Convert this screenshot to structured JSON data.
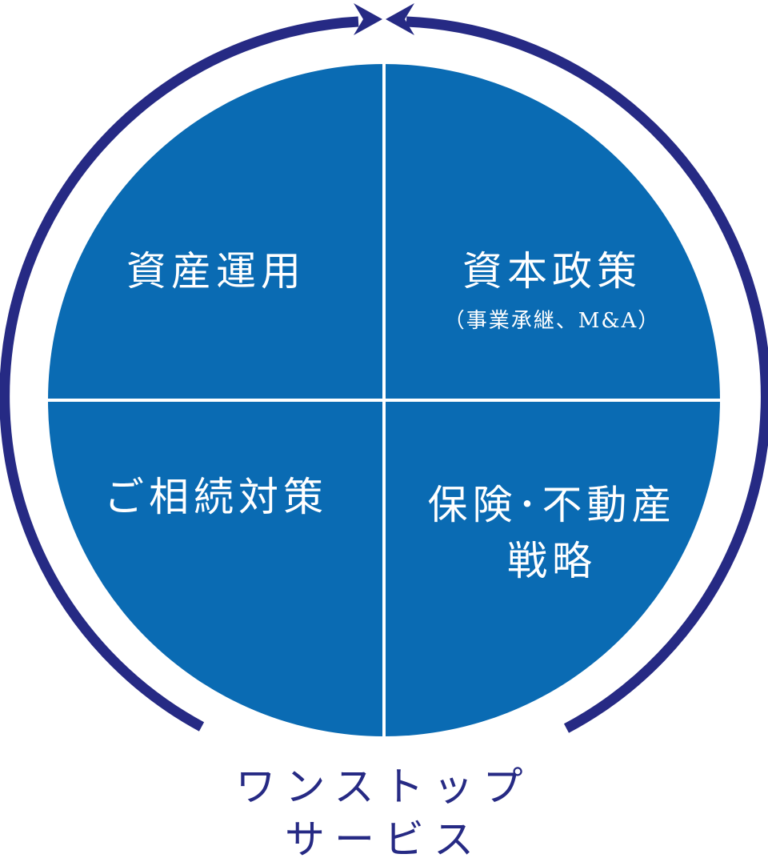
{
  "colors": {
    "quadrant_fill": "#0a6bb3",
    "ring_arrow": "#262a84",
    "divider": "#ffffff",
    "caption_text": "#262a84",
    "label_text": "#ffffff"
  },
  "quadrants": {
    "asset_management": {
      "title": "資産運用"
    },
    "capital_policy": {
      "title": "資本政策",
      "subtitle": "（事業承継、M&A）"
    },
    "inheritance": {
      "title": "ご相続対策"
    },
    "insurance_real_estate": {
      "title_line1": "保険･不動産",
      "title_line2": "戦略"
    }
  },
  "caption": {
    "line1": "ワンストップ",
    "line2": "サービス"
  }
}
